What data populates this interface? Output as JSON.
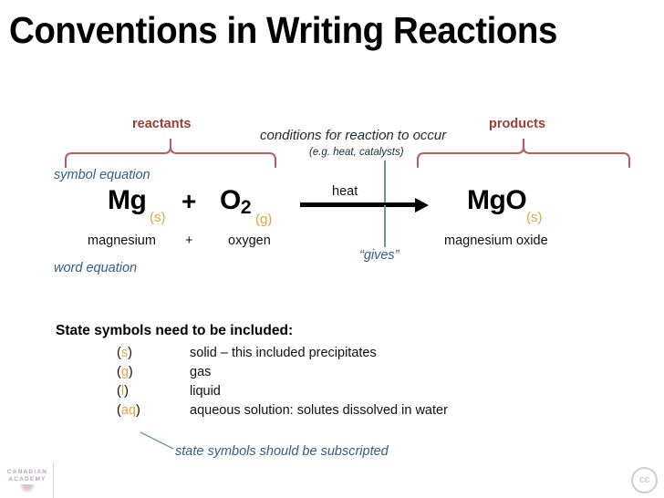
{
  "slide": {
    "title": "Conventions in Writing Reactions",
    "background_color": "#ffffff"
  },
  "colors": {
    "brace_red": "#9E3B38",
    "label_blue": "#2E5F8A",
    "state_orange": "#E8A33D",
    "leader_blue": "#6E93B4",
    "text_black": "#101010"
  },
  "annotations": {
    "reactants": "reactants",
    "products": "products",
    "conditions_line1": "conditions for reaction to occur",
    "conditions_line2": "(e.g. heat, catalysts)",
    "symbol_equation": "symbol equation",
    "word_equation": "word equation",
    "gives": "“gives”",
    "heat": "heat"
  },
  "equation": {
    "symbol": {
      "reactant1": "Mg",
      "reactant1_state": "(s)",
      "operator": "+",
      "reactant2": "O",
      "reactant2_subscript": "2",
      "reactant2_state": "(g)",
      "product": "MgO",
      "product_state": "(s)"
    },
    "words": {
      "reactant1": "magnesium",
      "operator": "+",
      "reactant2": "oxygen",
      "product": "magnesium oxide"
    }
  },
  "state_symbols": {
    "heading": "State symbols need to be included:",
    "rows": [
      {
        "open": "(",
        "symbol": "s",
        "close": ")",
        "meaning": "solid – this included precipitates"
      },
      {
        "open": "(",
        "symbol": "g",
        "close": ")",
        "meaning": "gas"
      },
      {
        "open": "(",
        "symbol": "l",
        "close": ")",
        "meaning": "liquid"
      },
      {
        "open": "(",
        "symbol": "aq",
        "close": ")",
        "meaning": "aqueous solution: solutes dissolved in water"
      }
    ],
    "note": "state symbols should be subscripted"
  },
  "footer": {
    "logo_line1": "CANADIAN",
    "logo_line2": "ACADEMY",
    "license_badge": "cc"
  }
}
